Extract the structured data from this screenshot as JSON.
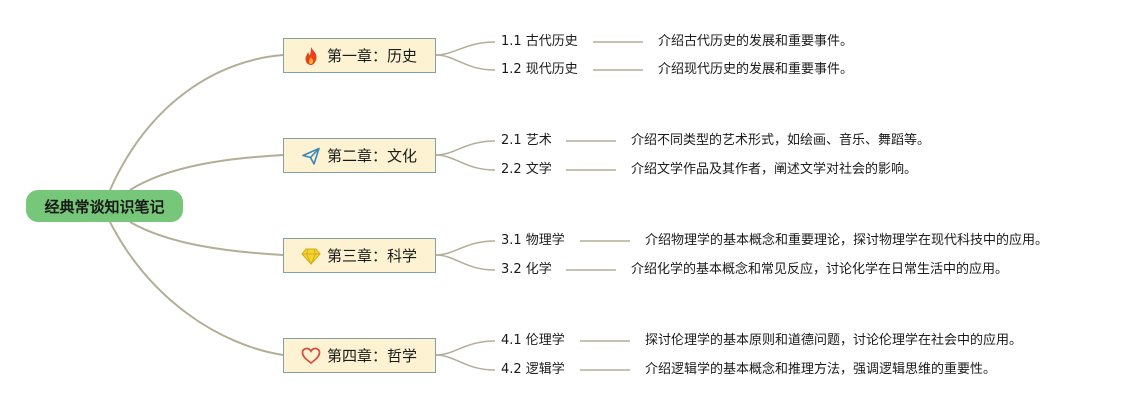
{
  "root": {
    "label": "经典常谈知识笔记"
  },
  "chapters": [
    {
      "label": "第一章：历史",
      "icon": "fire-icon",
      "subs": [
        {
          "label": "1.1 古代历史",
          "desc": "介绍古代历史的发展和重要事件。"
        },
        {
          "label": "1.2 现代历史",
          "desc": "介绍现代历史的发展和重要事件。"
        }
      ]
    },
    {
      "label": "第二章：文化",
      "icon": "paper-plane-icon",
      "subs": [
        {
          "label": "2.1 艺术",
          "desc": "介绍不同类型的艺术形式，如绘画、音乐、舞蹈等。"
        },
        {
          "label": "2.2 文学",
          "desc": "介绍文学作品及其作者，阐述文学对社会的影响。"
        }
      ]
    },
    {
      "label": "第三章：科学",
      "icon": "diamond-icon",
      "subs": [
        {
          "label": "3.1 物理学",
          "desc": "介绍物理学的基本概念和重要理论，探讨物理学在现代科技中的应用。"
        },
        {
          "label": "3.2 化学",
          "desc": "介绍化学的基本概念和常见反应，讨论化学在日常生活中的应用。"
        }
      ]
    },
    {
      "label": "第四章：哲学",
      "icon": "heart-icon",
      "subs": [
        {
          "label": "4.1 伦理学",
          "desc": "探讨伦理学的基本原则和道德问题，讨论伦理学在社会中的应用。"
        },
        {
          "label": "4.2 逻辑学",
          "desc": "介绍逻辑学的基本概念和推理方法，强调逻辑思维的重要性。"
        }
      ]
    }
  ],
  "colors": {
    "root_fill": "#77c77a",
    "chapter_fill": "#fdf3d2",
    "chapter_border": "#7fa3a3",
    "connector": "#b3ae97",
    "fire_icon": "#e8401c",
    "plane_icon": "#3a86b8",
    "diamond_icon": "#f3d531",
    "heart_icon": "#d94a3d"
  }
}
